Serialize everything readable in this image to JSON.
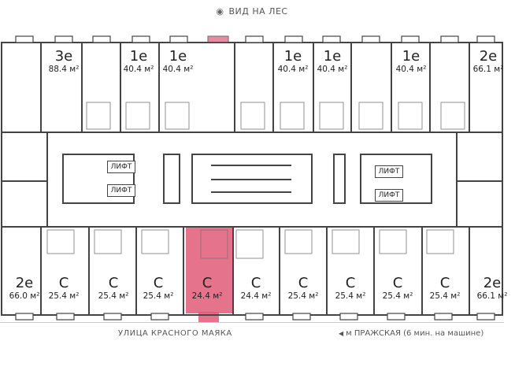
{
  "view_label": "ВИД НА ЛЕС",
  "colors": {
    "highlight": "#e05a78",
    "wall": "#444444"
  },
  "units_top": [
    {
      "type": "3e",
      "area": "88.4 м²"
    },
    {
      "type": "1e",
      "area": "40.4 м²"
    },
    {
      "type": "1e",
      "area": "40.4 м²"
    },
    {
      "type": "1e",
      "area": "40.4 м²"
    },
    {
      "type": "1e",
      "area": "40.4 м²"
    },
    {
      "type": "1e",
      "area": "40.4 м²"
    },
    {
      "type": "2e",
      "area": "66.1 м²"
    }
  ],
  "units_bottom": [
    {
      "type": "2e",
      "area": "66.0 м²"
    },
    {
      "type": "С",
      "area": "25.4 м²"
    },
    {
      "type": "С",
      "area": "25.4 м²"
    },
    {
      "type": "С",
      "area": "25.4 м²"
    },
    {
      "type": "С",
      "area": "24.4 м²",
      "selected": true
    },
    {
      "type": "С",
      "area": "24.4 м²"
    },
    {
      "type": "С",
      "area": "25.4 м²"
    },
    {
      "type": "С",
      "area": "25.4 м²"
    },
    {
      "type": "С",
      "area": "25.4 м²"
    },
    {
      "type": "С",
      "area": "25.4 м²"
    },
    {
      "type": "2e",
      "area": "66.1 м²"
    }
  ],
  "lifts": [
    "ЛИФТ",
    "ЛИФТ",
    "ЛИФТ",
    "ЛИФТ"
  ],
  "street": "УЛИЦА КРАСНОГО МАЯКА",
  "metro": "м ПРАЖСКАЯ (6 мин. на машине)"
}
